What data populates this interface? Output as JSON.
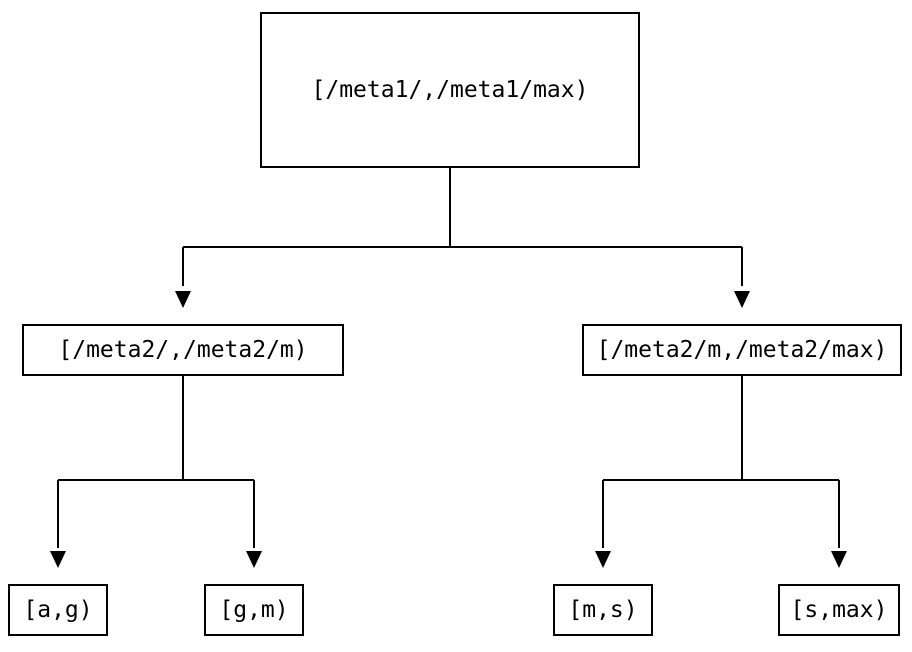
{
  "tree": {
    "nodes": [
      {
        "id": "root",
        "label": "[/meta1/,/meta1/max)"
      },
      {
        "id": "meta2-left",
        "label": "[/meta2/,/meta2/m)"
      },
      {
        "id": "meta2-right",
        "label": "[/meta2/m,/meta2/max)"
      },
      {
        "id": "leaf-a-g",
        "label": "[a,g)"
      },
      {
        "id": "leaf-g-m",
        "label": "[g,m)"
      },
      {
        "id": "leaf-m-s",
        "label": "[m,s)"
      },
      {
        "id": "leaf-s-max",
        "label": "[s,max)"
      }
    ],
    "edges": [
      {
        "from": "root",
        "to": "meta2-left"
      },
      {
        "from": "root",
        "to": "meta2-right"
      },
      {
        "from": "meta2-left",
        "to": "leaf-a-g"
      },
      {
        "from": "meta2-left",
        "to": "leaf-g-m"
      },
      {
        "from": "meta2-right",
        "to": "leaf-m-s"
      },
      {
        "from": "meta2-right",
        "to": "leaf-s-max"
      }
    ],
    "colors": {
      "line": "#000000",
      "arrowhead": "#000000",
      "box_border": "#000000",
      "text": "#000000",
      "background": "#ffffff"
    }
  }
}
